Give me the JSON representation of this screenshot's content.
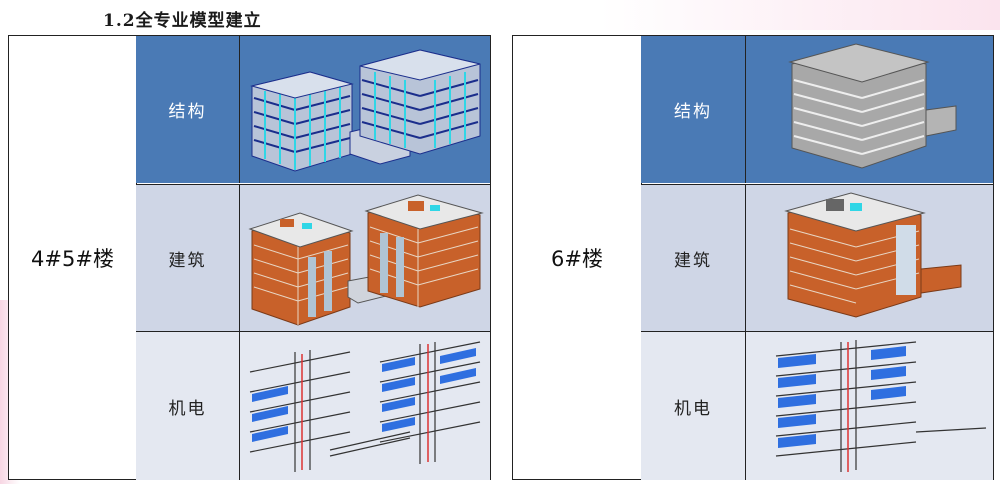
{
  "title": "1.2全专业模型建立",
  "panels": [
    {
      "building": "4#5#楼",
      "rows": [
        {
          "discipline": "结构",
          "model": "structure-model-4-5"
        },
        {
          "discipline": "建筑",
          "model": "architecture-model-4-5"
        },
        {
          "discipline": "机电",
          "model": "mep-model-4-5"
        }
      ]
    },
    {
      "building": "6#楼",
      "rows": [
        {
          "discipline": "结构",
          "model": "structure-model-6"
        },
        {
          "discipline": "建筑",
          "model": "architecture-model-6"
        },
        {
          "discipline": "机电",
          "model": "mep-model-6"
        }
      ]
    }
  ],
  "colors": {
    "header_blue": "#4a7ab5",
    "row2_bg": "#cfd6e6",
    "row3_bg": "#e4e8f1",
    "facade_orange": "#c8612a",
    "duct_blue": "#2f6fe0",
    "structure_cyan": "#2fd6e6"
  }
}
